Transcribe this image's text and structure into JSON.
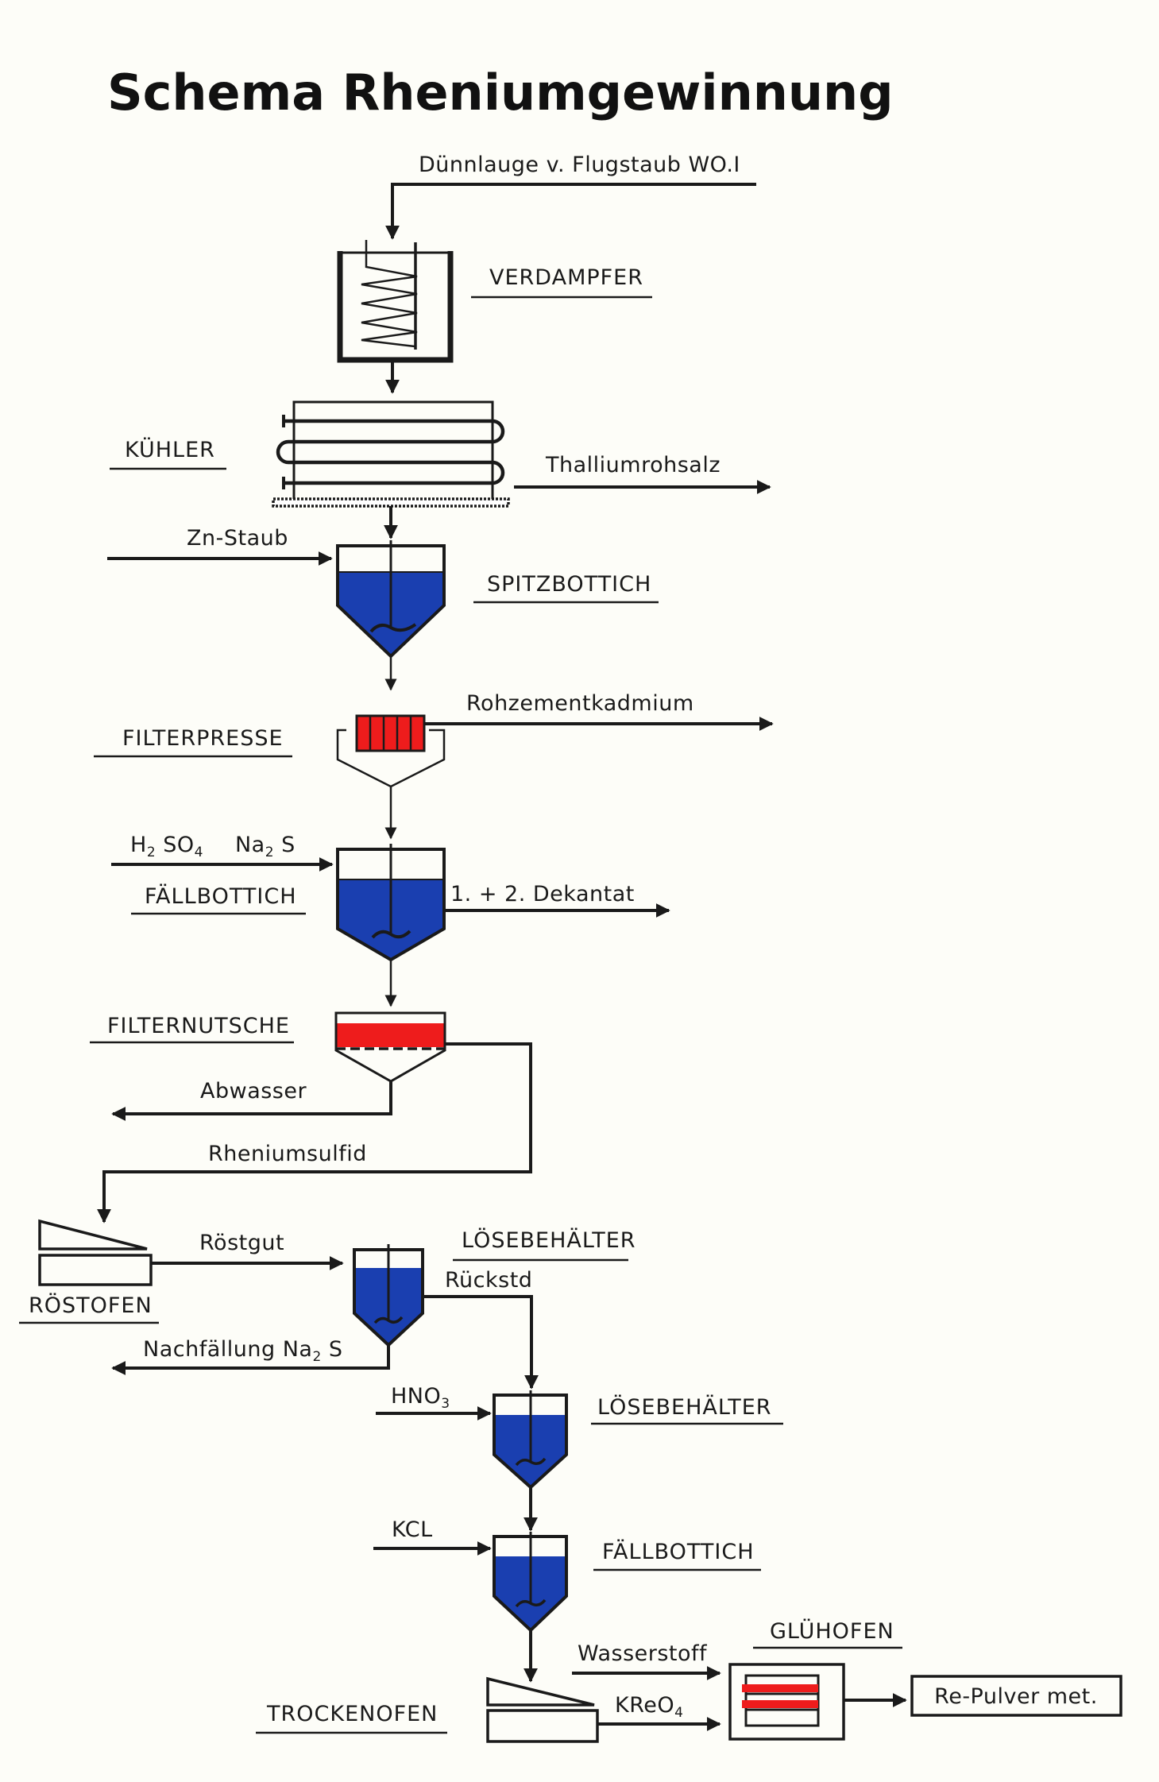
{
  "title": "Schema Rheniumgewinnung",
  "colors": {
    "liquid": "#1a3fb0",
    "filter_cake": "#ee1c1c",
    "ink": "#1a1a1a",
    "paper": "#fdfdf8"
  },
  "streams": {
    "feed": "Dünnlauge v. Flugstaub WO.I",
    "thallium": "Thalliumrohsalz",
    "zinc": "Zn-Staub",
    "cadmium": "Rohzementkadmium",
    "acid_main": "H",
    "acid_sub1": "2",
    "acid_so": " SO",
    "acid_sub2": "4",
    "sulfide_main": "Na",
    "sulfide_sub": "2",
    "sulfide_s": " S",
    "decant": "1. + 2. Dekantat",
    "waste_water": "Abwasser",
    "rhenium_sulfide": "Rheniumsulfid",
    "roast_product": "Röstgut",
    "residue": "Rückstd",
    "reprecip_main": "Nachfällung Na",
    "reprecip_sub": "2",
    "reprecip_s": " S",
    "nitric_main": "HNO",
    "nitric_sub": "3",
    "kcl": "KCL",
    "hydrogen": "Wasserstoff",
    "perrhenate_main": "KReO",
    "perrhenate_sub": "4"
  },
  "units": {
    "evaporator": "VERDAMPFER",
    "cooler": "KÜHLER",
    "cone_tank": "SPITZBOTTICH",
    "filter_press": "FILTERPRESSE",
    "precip_tank_1": "FÄLLBOTTICH",
    "suction_filter": "FILTERNUTSCHE",
    "roasting_furnace": "RÖSTOFEN",
    "dissolver_1": "LÖSEBEHÄLTER",
    "dissolver_2": "LÖSEBEHÄLTER",
    "precip_tank_2": "FÄLLBOTTICH",
    "drying_oven": "TROCKENOFEN",
    "annealing_furnace": "GLÜHOFEN"
  },
  "product": "Re-Pulver met."
}
